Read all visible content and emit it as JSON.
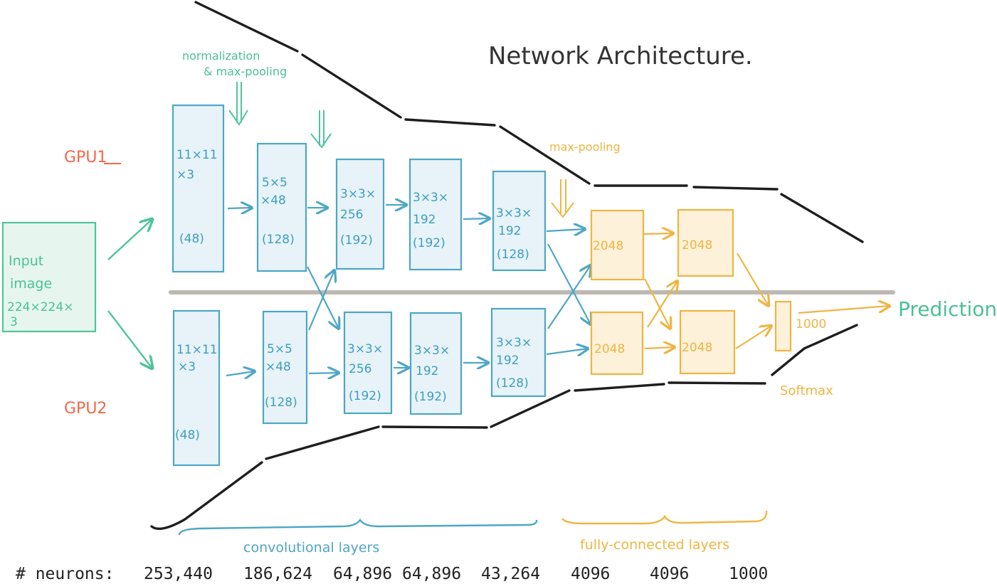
{
  "title": "Network Architecture.",
  "gpu_labels": {
    "gpu1": "GPU1",
    "gpu2": "GPU2"
  },
  "input_box": {
    "lines": [
      "Input",
      "image",
      "224×224×",
      "3"
    ]
  },
  "annotations": {
    "norm_pool_line1": "normalization",
    "norm_pool_line2": "& max-pooling",
    "max_pooling": "max-pooling",
    "softmax": "Softmax",
    "prediction": "Prediction!",
    "conv_layers": "convolutional layers",
    "fc_layers": "fully-connected layers"
  },
  "gpu1_layers": [
    {
      "lines": [
        "11×11",
        "×3"
      ],
      "neurons": "(48)"
    },
    {
      "lines": [
        "5×5",
        "×48"
      ],
      "neurons": "(128)"
    },
    {
      "lines": [
        "3×3×",
        "256"
      ],
      "neurons": "(192)"
    },
    {
      "lines": [
        "3×3×",
        "192"
      ],
      "neurons": "(192)"
    },
    {
      "lines": [
        "3×3×",
        "192"
      ],
      "neurons": "(128)"
    },
    {
      "lines": [
        "2048"
      ]
    },
    {
      "lines": [
        "2048"
      ]
    }
  ],
  "gpu2_layers": [
    {
      "lines": [
        "11×11",
        "×3"
      ],
      "neurons": "(48)"
    },
    {
      "lines": [
        "5×5",
        "×48"
      ],
      "neurons": "(128)"
    },
    {
      "lines": [
        "3×3×",
        "256"
      ],
      "neurons": "(192)"
    },
    {
      "lines": [
        "3×3×",
        "192"
      ],
      "neurons": "(192)"
    },
    {
      "lines": [
        "3×3×",
        "192"
      ],
      "neurons": "(128)"
    },
    {
      "lines": [
        "2048"
      ]
    },
    {
      "lines": [
        "2048"
      ]
    }
  ],
  "output_layer": {
    "label": "1000"
  },
  "neuron_counts": {
    "label": "# neurons:",
    "values": [
      "253,440",
      "186,624",
      "64,896",
      "64,896",
      "43,264",
      "4096",
      "4096",
      "1000"
    ]
  },
  "colors": {
    "conv": "#4ea6c6",
    "input": "#4fc49a",
    "fully_connected": "#eeb543",
    "gpu_label": "#f2674a",
    "outline": "#1e1e1e",
    "divider": "#bdb8b2"
  }
}
